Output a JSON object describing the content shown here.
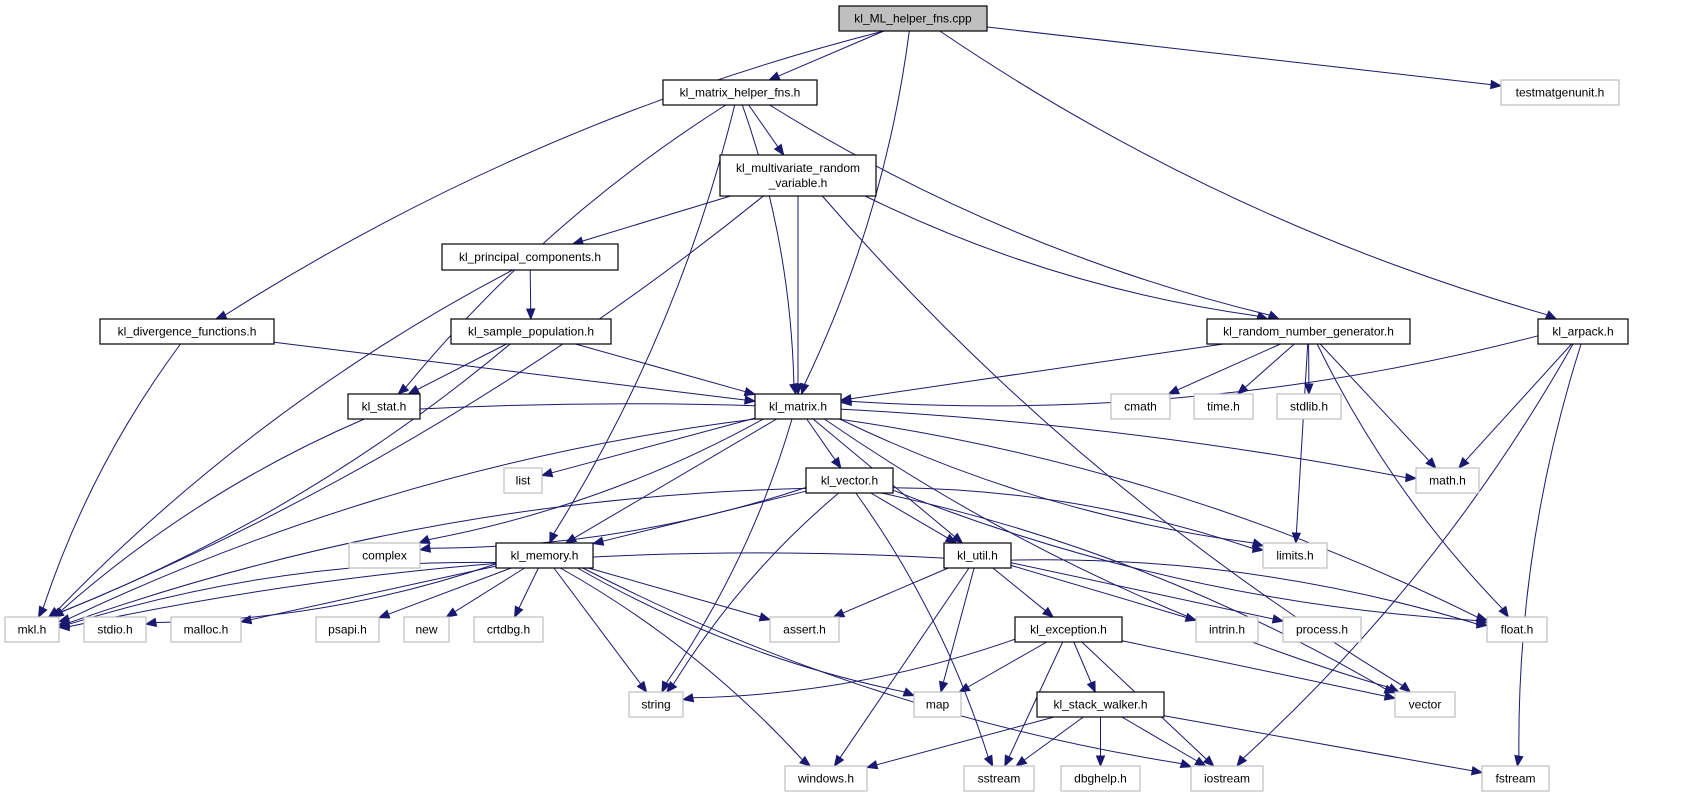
{
  "graph": {
    "title": "kl_ML_helper_fns.cpp include dependency graph",
    "edge_color": "#191970",
    "root_fill": "#bfbfbf",
    "local_border": "#000000",
    "system_border": "#bfbfbf",
    "nodes": [
      {
        "id": "root",
        "label": [
          "kl_ML_helper_fns.cpp"
        ],
        "kind": "root"
      },
      {
        "id": "matrix_helper",
        "label": [
          "kl_matrix_helper_fns.h"
        ],
        "kind": "local"
      },
      {
        "id": "testmatgenunit",
        "label": [
          "testmatgenunit.h"
        ],
        "kind": "system"
      },
      {
        "id": "multivariate",
        "label": [
          "kl_multivariate_random",
          "_variable.h"
        ],
        "kind": "local"
      },
      {
        "id": "principal",
        "label": [
          "kl_principal_components.h"
        ],
        "kind": "local"
      },
      {
        "id": "divergence",
        "label": [
          "kl_divergence_functions.h"
        ],
        "kind": "local"
      },
      {
        "id": "sample_pop",
        "label": [
          "kl_sample_population.h"
        ],
        "kind": "local"
      },
      {
        "id": "rng",
        "label": [
          "kl_random_number_generator.h"
        ],
        "kind": "local"
      },
      {
        "id": "arpack",
        "label": [
          "kl_arpack.h"
        ],
        "kind": "local"
      },
      {
        "id": "stat",
        "label": [
          "kl_stat.h"
        ],
        "kind": "local"
      },
      {
        "id": "matrix",
        "label": [
          "kl_matrix.h"
        ],
        "kind": "local"
      },
      {
        "id": "cmath",
        "label": [
          "cmath"
        ],
        "kind": "system"
      },
      {
        "id": "time",
        "label": [
          "time.h"
        ],
        "kind": "system"
      },
      {
        "id": "stdlib",
        "label": [
          "stdlib.h"
        ],
        "kind": "system"
      },
      {
        "id": "list",
        "label": [
          "list"
        ],
        "kind": "system"
      },
      {
        "id": "vector_h",
        "label": [
          "kl_vector.h"
        ],
        "kind": "local"
      },
      {
        "id": "math",
        "label": [
          "math.h"
        ],
        "kind": "system"
      },
      {
        "id": "complex",
        "label": [
          "complex"
        ],
        "kind": "system"
      },
      {
        "id": "memory",
        "label": [
          "kl_memory.h"
        ],
        "kind": "local"
      },
      {
        "id": "util",
        "label": [
          "kl_util.h"
        ],
        "kind": "local"
      },
      {
        "id": "limits",
        "label": [
          "limits.h"
        ],
        "kind": "system"
      },
      {
        "id": "mkl",
        "label": [
          "mkl.h"
        ],
        "kind": "system"
      },
      {
        "id": "stdio",
        "label": [
          "stdio.h"
        ],
        "kind": "system"
      },
      {
        "id": "malloc",
        "label": [
          "malloc.h"
        ],
        "kind": "system"
      },
      {
        "id": "psapi",
        "label": [
          "psapi.h"
        ],
        "kind": "system"
      },
      {
        "id": "new",
        "label": [
          "new"
        ],
        "kind": "system"
      },
      {
        "id": "crtdbg",
        "label": [
          "crtdbg.h"
        ],
        "kind": "system"
      },
      {
        "id": "assert",
        "label": [
          "assert.h"
        ],
        "kind": "system"
      },
      {
        "id": "exception",
        "label": [
          "kl_exception.h"
        ],
        "kind": "local"
      },
      {
        "id": "intrin",
        "label": [
          "intrin.h"
        ],
        "kind": "system"
      },
      {
        "id": "process",
        "label": [
          "process.h"
        ],
        "kind": "system"
      },
      {
        "id": "float",
        "label": [
          "float.h"
        ],
        "kind": "system"
      },
      {
        "id": "string",
        "label": [
          "string"
        ],
        "kind": "system"
      },
      {
        "id": "map",
        "label": [
          "map"
        ],
        "kind": "system"
      },
      {
        "id": "stack_walker",
        "label": [
          "kl_stack_walker.h"
        ],
        "kind": "local"
      },
      {
        "id": "vector",
        "label": [
          "vector"
        ],
        "kind": "system"
      },
      {
        "id": "windows",
        "label": [
          "windows.h"
        ],
        "kind": "system"
      },
      {
        "id": "sstream",
        "label": [
          "sstream"
        ],
        "kind": "system"
      },
      {
        "id": "dbghelp",
        "label": [
          "dbghelp.h"
        ],
        "kind": "system"
      },
      {
        "id": "iostream",
        "label": [
          "iostream"
        ],
        "kind": "system"
      },
      {
        "id": "fstream",
        "label": [
          "fstream"
        ],
        "kind": "system"
      }
    ],
    "edges": [
      [
        "root",
        "matrix_helper"
      ],
      [
        "root",
        "testmatgenunit"
      ],
      [
        "root",
        "divergence"
      ],
      [
        "root",
        "matrix"
      ],
      [
        "root",
        "arpack"
      ],
      [
        "matrix_helper",
        "multivariate"
      ],
      [
        "matrix_helper",
        "stat"
      ],
      [
        "matrix_helper",
        "matrix"
      ],
      [
        "matrix_helper",
        "rng"
      ],
      [
        "matrix_helper",
        "memory"
      ],
      [
        "multivariate",
        "principal"
      ],
      [
        "multivariate",
        "matrix"
      ],
      [
        "multivariate",
        "rng"
      ],
      [
        "multivariate",
        "mkl"
      ],
      [
        "multivariate",
        "vector"
      ],
      [
        "principal",
        "sample_pop"
      ],
      [
        "principal",
        "mkl"
      ],
      [
        "divergence",
        "matrix"
      ],
      [
        "divergence",
        "mkl"
      ],
      [
        "sample_pop",
        "stat"
      ],
      [
        "sample_pop",
        "matrix"
      ],
      [
        "sample_pop",
        "mkl"
      ],
      [
        "rng",
        "matrix"
      ],
      [
        "rng",
        "cmath"
      ],
      [
        "rng",
        "time"
      ],
      [
        "rng",
        "stdlib"
      ],
      [
        "rng",
        "math"
      ],
      [
        "rng",
        "limits"
      ],
      [
        "rng",
        "float"
      ],
      [
        "arpack",
        "matrix"
      ],
      [
        "arpack",
        "math"
      ],
      [
        "arpack",
        "iostream"
      ],
      [
        "arpack",
        "fstream"
      ],
      [
        "stat",
        "math"
      ],
      [
        "stat",
        "mkl"
      ],
      [
        "matrix",
        "list"
      ],
      [
        "matrix",
        "vector_h"
      ],
      [
        "matrix",
        "memory"
      ],
      [
        "matrix",
        "util"
      ],
      [
        "matrix",
        "complex"
      ],
      [
        "matrix",
        "mkl"
      ],
      [
        "matrix",
        "string"
      ],
      [
        "matrix",
        "limits"
      ],
      [
        "matrix",
        "float"
      ],
      [
        "matrix",
        "vector"
      ],
      [
        "vector_h",
        "memory"
      ],
      [
        "vector_h",
        "util"
      ],
      [
        "vector_h",
        "complex"
      ],
      [
        "vector_h",
        "mkl"
      ],
      [
        "vector_h",
        "limits"
      ],
      [
        "vector_h",
        "string"
      ],
      [
        "vector_h",
        "sstream"
      ],
      [
        "vector_h",
        "float"
      ],
      [
        "vector_h",
        "vector"
      ],
      [
        "memory",
        "mkl"
      ],
      [
        "memory",
        "stdio"
      ],
      [
        "memory",
        "malloc"
      ],
      [
        "memory",
        "psapi"
      ],
      [
        "memory",
        "new"
      ],
      [
        "memory",
        "crtdbg"
      ],
      [
        "memory",
        "assert"
      ],
      [
        "memory",
        "string"
      ],
      [
        "memory",
        "map"
      ],
      [
        "memory",
        "windows"
      ],
      [
        "memory",
        "iostream"
      ],
      [
        "util",
        "assert"
      ],
      [
        "util",
        "exception"
      ],
      [
        "util",
        "intrin"
      ],
      [
        "util",
        "process"
      ],
      [
        "util",
        "float"
      ],
      [
        "util",
        "map"
      ],
      [
        "util",
        "windows"
      ],
      [
        "util",
        "mkl"
      ],
      [
        "exception",
        "string"
      ],
      [
        "exception",
        "map"
      ],
      [
        "exception",
        "stack_walker"
      ],
      [
        "exception",
        "sstream"
      ],
      [
        "exception",
        "iostream"
      ],
      [
        "exception",
        "vector"
      ],
      [
        "stack_walker",
        "windows"
      ],
      [
        "stack_walker",
        "sstream"
      ],
      [
        "stack_walker",
        "dbghelp"
      ],
      [
        "stack_walker",
        "iostream"
      ],
      [
        "stack_walker",
        "fstream"
      ]
    ]
  }
}
